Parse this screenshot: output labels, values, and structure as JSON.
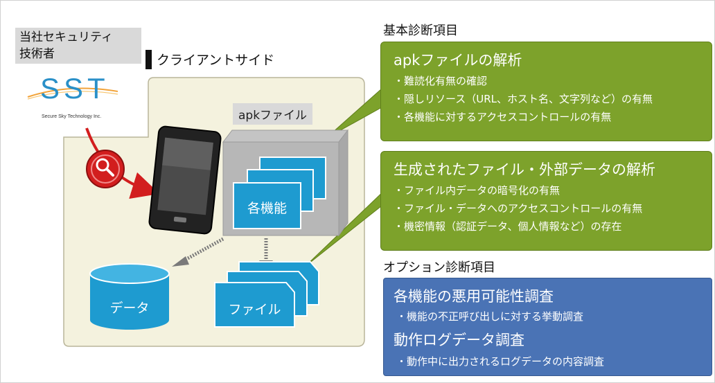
{
  "staff": {
    "label_line1": "当社セキュリティ",
    "label_line2": "技術者",
    "logo_text": "SST",
    "logo_sub": "Secure Sky Technology Inc."
  },
  "client": {
    "label": "クライアントサイド",
    "apk_label": "apkファイル",
    "functions_label": "各機能",
    "data_label": "データ",
    "file_label": "ファイル"
  },
  "basic": {
    "title": "基本診断項目",
    "box1": {
      "heading": "apkファイルの解析",
      "items": [
        "・難読化有無の確認",
        "・隠しリソース（URL、ホスト名、文字列など）の有無",
        "・各機能に対するアクセスコントロールの有無"
      ]
    },
    "box2": {
      "heading": "生成されたファイル・外部データの解析",
      "items": [
        "・ファイル内データの暗号化の有無",
        "・ファイル・データへのアクセスコントロールの有無",
        "・機密情報（認証データ、個人情報など）の存在"
      ]
    }
  },
  "option": {
    "title": "オプション診断項目",
    "heading1": "各機能の悪用可能性調査",
    "item1": "・機能の不正呼び出しに対する挙動調査",
    "heading2": "動作ログデータ調査",
    "item2": "・動作中に出力されるログデータの内容調査"
  },
  "colors": {
    "green": "#7da22b",
    "blue": "#4a73b5",
    "teal": "#1e9bd0",
    "red": "#d21e1e",
    "client_bg": "#f4f2de"
  }
}
